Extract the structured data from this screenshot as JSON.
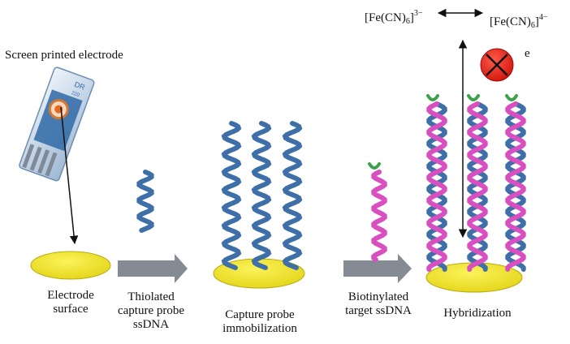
{
  "labels": {
    "spe": "Screen printed electrode",
    "electrode_surface": [
      "Electrode",
      "surface"
    ],
    "thiolated": [
      "Thiolated",
      "capture probe",
      "ssDNA"
    ],
    "capture_probe": [
      "Capture probe",
      "immobilization"
    ],
    "biotinylated": [
      "Biotinylated",
      "target ssDNA"
    ],
    "hybridization": "Hybridization",
    "electron": "e"
  },
  "chip_text": {
    "top": "DR",
    "bottom": "220"
  },
  "redox": {
    "left": {
      "base": "[Fe(CN)",
      "sub": "6",
      "close": "]",
      "charge": "3−"
    },
    "right": {
      "base": "[Fe(CN)",
      "sub": "6",
      "close": "]",
      "charge": "4−"
    }
  },
  "colors": {
    "probe_strand": "#3e6fa8",
    "target_strand": "#d94fc0",
    "biotin": "#3aa34a",
    "electrode": "#f1e51e",
    "electrode_edge": "#b9ac10",
    "arrow": "#848b94",
    "blocked": "#e0231b"
  }
}
